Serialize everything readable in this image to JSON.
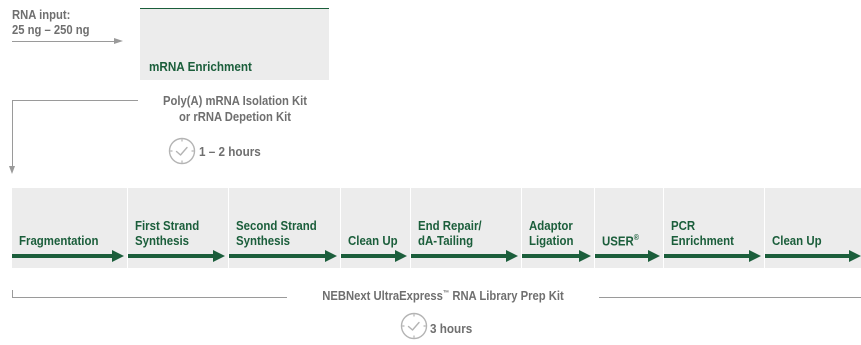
{
  "input": {
    "label_line1": "RNA input:",
    "label_line2": "25 ng – 250 ng"
  },
  "enrichment": {
    "label": "mRNA Enrichment",
    "kit_line1": "Poly(A) mRNA Isolation Kit",
    "kit_line2": "or rRNA Depetion Kit",
    "time": "1 – 2 hours"
  },
  "workflow": {
    "steps": [
      {
        "line1": "Fragmentation",
        "line2": ""
      },
      {
        "line1": "First Strand",
        "line2": "Synthesis"
      },
      {
        "line1": "Second Strand",
        "line2": "Synthesis"
      },
      {
        "line1": "Clean Up",
        "line2": ""
      },
      {
        "line1": "End Repair/",
        "line2": "dA-Tailing"
      },
      {
        "line1": "Adaptor",
        "line2": "Ligation"
      },
      {
        "line1": "USER",
        "line2": "",
        "sup": "®"
      },
      {
        "line1": "PCR",
        "line2": "Enrichment"
      },
      {
        "line1": "Clean Up",
        "line2": ""
      }
    ]
  },
  "kit": {
    "name_before": "NEBNext UltraExpress",
    "name_sup": "™",
    "name_after": " RNA Library Prep Kit",
    "time": "3 hours"
  },
  "colors": {
    "brand_green": "#1b5e3b",
    "box_gray": "#ececec",
    "text_gray": "#6f6f6f",
    "line_gray": "#9a9a9a"
  },
  "icons": {
    "timer": "clock-icon"
  }
}
